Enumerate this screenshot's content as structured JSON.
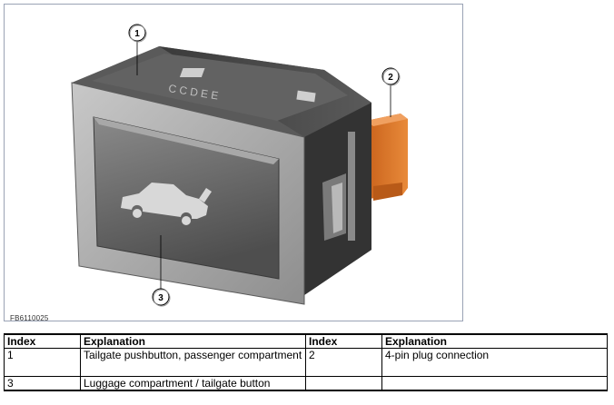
{
  "figure": {
    "code": "FB6110025",
    "callouts": [
      "1",
      "2",
      "3"
    ]
  },
  "table": {
    "headers": [
      "Index",
      "Explanation",
      "Index",
      "Explanation"
    ],
    "rows": [
      [
        "1",
        "Tailgate pushbutton, passenger compartment",
        "2",
        "4-pin plug connection"
      ],
      [
        "3",
        "Luggage compartment / tailgate button",
        "",
        ""
      ]
    ]
  },
  "colors": {
    "frame": "#9aa3b5",
    "housing": "#4a4a4a",
    "bezel": "#a9a9a9",
    "button": "#6a6a6a",
    "plug": "#e07a28"
  }
}
